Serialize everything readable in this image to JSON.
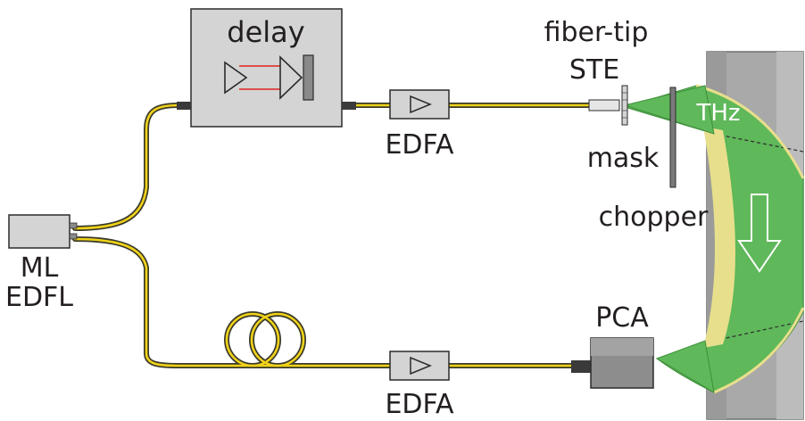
{
  "labels": {
    "delay": "delay",
    "edfa_top": "EDFA",
    "edfa_bottom": "EDFA",
    "fiber_tip_line1": "fiber-tip",
    "fiber_tip_line2": "STE",
    "mask": "mask",
    "chopper": "chopper",
    "thz": "THz",
    "pca": "PCA",
    "laser_line1": "ML",
    "laser_line2": "EDFL"
  },
  "colors": {
    "fiber_outer": "#3a3a2a",
    "fiber_inner": "#f0d21a",
    "box_fill": "#d4d4d4",
    "box_stroke": "#2b2b2b",
    "beam_fill": "#5fb85a",
    "beam_stroke": "#3e8f3a",
    "mirror_fill": "#8a8a8a",
    "cylinder_fill": "#a9a9a9",
    "cylinder_edge": "#6e6e6e",
    "delay_beam": "#e0231c",
    "mirror_edge": "#e8df8c"
  }
}
